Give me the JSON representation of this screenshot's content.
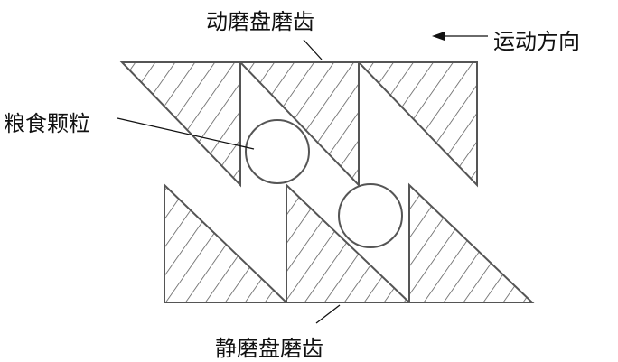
{
  "labels": {
    "moving_teeth": "动磨盘磨齿",
    "grain": "粮食颗粒",
    "direction": "运动方向",
    "static_teeth": "静磨盘磨齿"
  },
  "colors": {
    "line": "#555555",
    "text": "#111111"
  }
}
